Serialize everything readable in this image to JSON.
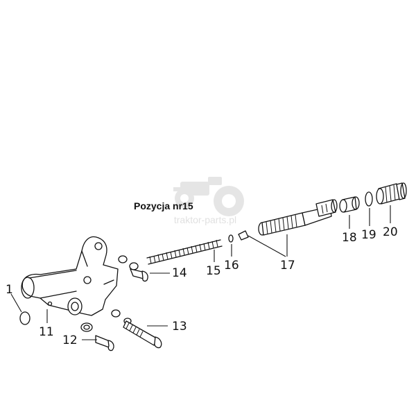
{
  "diagram": {
    "heading": "Pozycja nr15",
    "watermark_text": "traktor-parts.pl",
    "watermark_logo_icon": "tractor-icon",
    "callouts": [
      "1",
      "11",
      "12",
      "13",
      "14",
      "15",
      "16",
      "17",
      "18",
      "19",
      "20"
    ]
  }
}
